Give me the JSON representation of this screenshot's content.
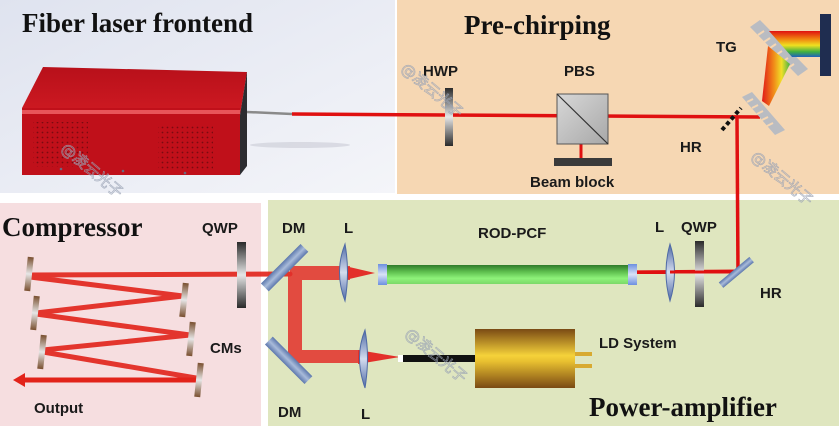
{
  "sections": {
    "frontend": {
      "title": "Fiber laser frontend",
      "color": "#e6e9f3"
    },
    "prechirping": {
      "title": "Pre-chirping",
      "color": "#f6d7b3"
    },
    "compressor": {
      "title": "Compressor",
      "color": "#f6dee0"
    },
    "amplifier": {
      "title": "Power-amplifier",
      "color": "#dfe6bf"
    }
  },
  "labels": {
    "hwp": "HWP",
    "pbs": "PBS",
    "beam_block": "Beam block",
    "tg": "TG",
    "hr_top": "HR",
    "hr_right": "HR",
    "qwp_comp": "QWP",
    "cms": "CMs",
    "output": "Output",
    "dm_top": "DM",
    "dm_bottom": "DM",
    "l_top": "L",
    "l_bottom": "L",
    "rod_pcf": "ROD-PCF",
    "l_right": "L",
    "qwp_right": "QWP",
    "ld_system": "LD System"
  },
  "watermark": "@凌云光子",
  "colors": {
    "beam": "#e01010",
    "laser_box": "#c0101a",
    "rod": "#7ee06a",
    "ld": "#c89a28",
    "mirror": "#7a8fb8",
    "grating": "#b9bcc2",
    "block": "#1f2d50"
  }
}
